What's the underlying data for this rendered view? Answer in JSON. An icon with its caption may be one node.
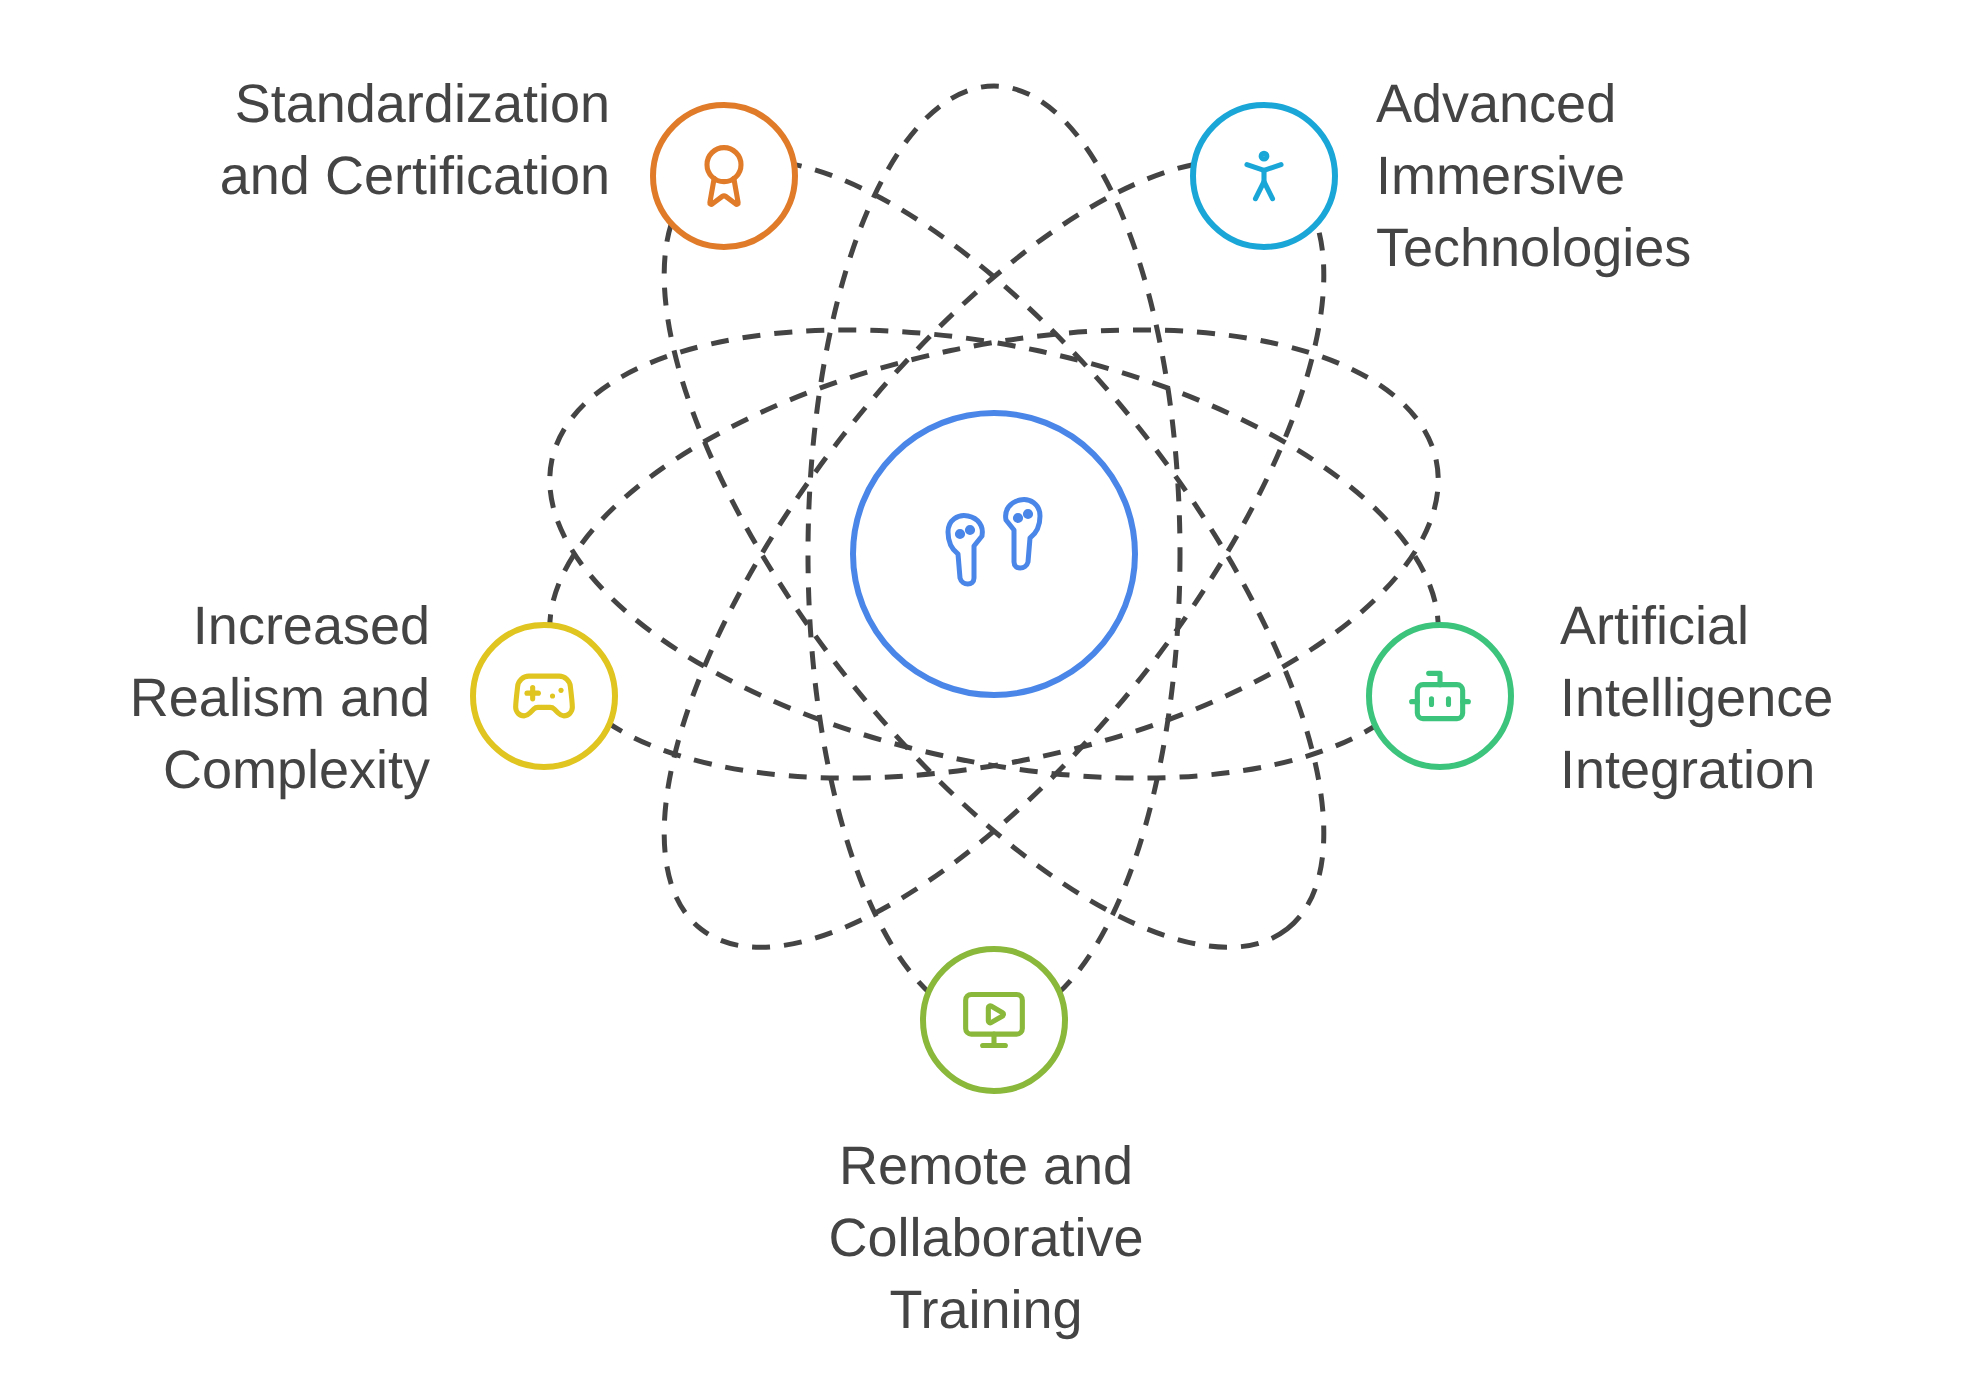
{
  "diagram": {
    "nodes": [
      {
        "text": [],
        "shape": "circle"
      },
      {
        "text": [
          "Standardization and Certification"
        ]
      },
      {
        "text": [
          "Advanced Immersive Technologies"
        ]
      },
      {
        "text": [
          "Increased Realism and Complexity"
        ]
      },
      {
        "text": [
          "Artificial Intelligence Integration"
        ]
      },
      {
        "text": [
          "Remote and Collaborative Training"
        ]
      }
    ]
  }
}
